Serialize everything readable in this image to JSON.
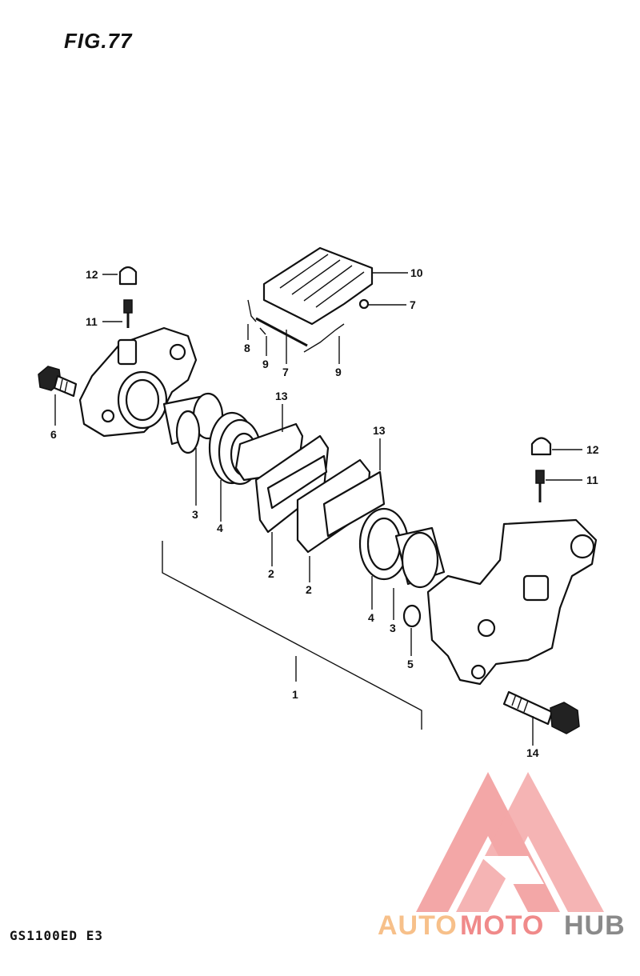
{
  "figure": {
    "title": "FIG.77",
    "model_code": "GS1100ED E3"
  },
  "callouts": [
    {
      "id": "c1",
      "label": "1"
    },
    {
      "id": "c2a",
      "label": "2"
    },
    {
      "id": "c2b",
      "label": "2"
    },
    {
      "id": "c3a",
      "label": "3"
    },
    {
      "id": "c3b",
      "label": "3"
    },
    {
      "id": "c4a",
      "label": "4"
    },
    {
      "id": "c4b",
      "label": "4"
    },
    {
      "id": "c5",
      "label": "5"
    },
    {
      "id": "c6",
      "label": "6"
    },
    {
      "id": "c7a",
      "label": "7"
    },
    {
      "id": "c7b",
      "label": "7"
    },
    {
      "id": "c8",
      "label": "8"
    },
    {
      "id": "c9a",
      "label": "9"
    },
    {
      "id": "c9b",
      "label": "9"
    },
    {
      "id": "c10",
      "label": "10"
    },
    {
      "id": "c11a",
      "label": "11"
    },
    {
      "id": "c11b",
      "label": "11"
    },
    {
      "id": "c12a",
      "label": "12"
    },
    {
      "id": "c12b",
      "label": "12"
    },
    {
      "id": "c13a",
      "label": "13"
    },
    {
      "id": "c13b",
      "label": "13"
    },
    {
      "id": "c14",
      "label": "14"
    }
  ],
  "watermark": {
    "word_part1": "AUTO",
    "word_part2": "MOTO",
    "word_part3": "HUB",
    "color_light": "#f7c08a",
    "color_red": "#f08a8a",
    "color_gray": "#8a8a8a"
  }
}
